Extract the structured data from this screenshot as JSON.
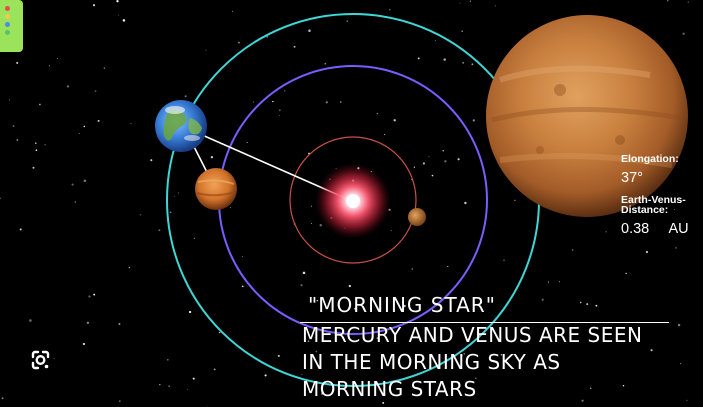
{
  "readout": {
    "elongation_label": "Elongation:",
    "elongation_value": "37°",
    "distance_label_line1": "Earth-Venus-",
    "distance_label_line2": "Distance:",
    "distance_value": "0.38",
    "distance_unit": "AU"
  },
  "caption": {
    "title": "\"MORNING STAR\"",
    "body_line1": "MERCURY AND VENUS ARE SEEN",
    "body_line2": "IN THE MORNING SKY AS",
    "body_line3": "MORNING STARS"
  },
  "colors": {
    "earth_orbit": "#3fd6d6",
    "venus_orbit": "#7a5cff",
    "mercury_orbit": "#c8504a",
    "sun": "#ff3b4f",
    "venus": "#d07a2a",
    "earth": "#3b7fd9"
  },
  "icons": {
    "lens": "google-lens-icon",
    "controls": "control-panel"
  }
}
